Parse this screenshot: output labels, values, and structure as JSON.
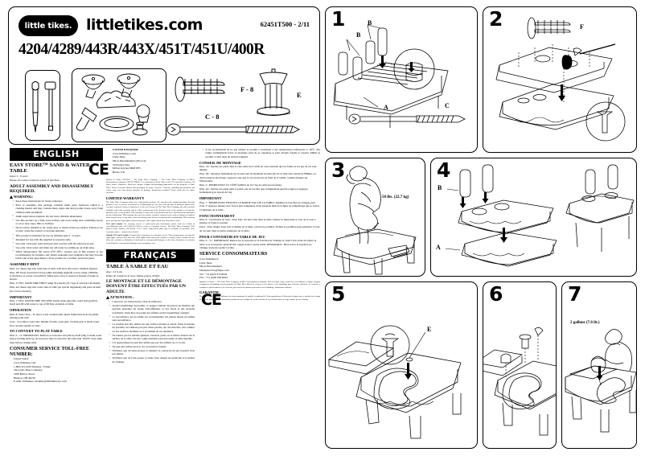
{
  "header": {
    "logo_text": "little tikes.",
    "website": "littletikes.com",
    "doc_number": "62451T500 - 2/11",
    "models": "4204/4289/443R/443X/451T/451U/400R",
    "part_f_label": "F - 8",
    "part_c_label": "C - 8",
    "part_e_label": "E"
  },
  "english": {
    "lang": "ENGLISH",
    "title": "EASY STORE™ SAND & WATER TABLE",
    "age": "Ages: 2 - 6 years",
    "receipt": "Please save sales receipt for proof of purchase.",
    "assembly_heading": "ADULT ASSEMBLY AND DISASSEMBLY REQUIRED.",
    "warning_label": "WARNING:",
    "warnings": [
      "Keep these instructions for future reference.",
      "Prior to assembly, this package contains small parts: hardware which is a choking hazard and may contain sharp edges and sharp points. Keep away from children until assembled.",
      "Adult supervision required. Do not leave children unattended.",
      "Use this product on a firm, level surface and avoid using near swimming pools, or on or near steps, hills or inclines.",
      "Do not allow children to sit, stand, play or climb on the top surface. Failure to do so may cause the product to become unstable.",
      "This product is intended for use by children ages 2 - 6 years.",
      "Intended for use with the supplied accessories only.",
      "Use only clean play sand and keep unit covered with lid when not in use.",
      "Use only clean water and drain out old water by pulling up on drain plug.",
      "When temperatures fall below 0°F/-18°C, outdoor use of this product is not recommended. In extreme cold, plastic materials lose resilience and may become brittle and crack upon impact. Store product in a warmer, protected place."
    ],
    "assembly_hint_heading": "ASSEMBLY HINT",
    "assembly_hints": [
      "Illus. 1A: Insert legs into sand side of table with slots and screw channels aligned.",
      "Illus. 1B: Press down hard on leg while installing eight (8) screws using a Phillips screwdriver or power screwdriver. Make sure screw is seated at bottom of ledge as shown.",
      "Illus. 3: FILL SAND SIDE FIRST using 50 pounds (22.7 kg) of sand (not included).",
      "Illus. 4A: Insert legs into water side of table (no special alignment) and press in hard (no screws needed.)"
    ],
    "important_heading": "IMPORTANT",
    "important_text": "Illus. 7: FILL WATER SIDE SECOND. Install drain plug into water side (push in hard) and fill with water to top of fill line on inside of table.",
    "operation_heading": "OPERATION",
    "operation": [
      "Illus. 8: Water flow - To move water around table, insert funnel into hole in paddle wheel(s) and turn.",
      "Gate - To redirect water into middle of table, open gate. Closing gate is made water flow around outside of table."
    ],
    "convert_heading": "TO CONVERT TO PLAY TABLE",
    "convert_text": "Illus. 9 - 11: IMPORTANT: Remove accessories and pull up drain plug to drain water before folding table up. Accessories may be stored in the sand side. NOTE: Seal drain plug before closing table.",
    "service_heading": "CONSUMER SERVICE TOLL-FREE NUMBER:",
    "service": [
      "United States:",
      "www.littletikes.com",
      "1-800-321-0183  Monday - Friday",
      "The Little Tikes Company",
      "2180 Barlow Road",
      "Hudson, OH  44236",
      "E-mail: littletikes.consumer@littletikescare.com"
    ]
  },
  "uk": {
    "heading": "UNITED KINGDOM:",
    "lines": [
      "www.littletikes.co.uk",
      "Little Tikes",
      "MGA Entertainment (UK) Ltd",
      "50 Presley Way",
      "Milton Keynes MK8 0ES",
      "Bucks, UK"
    ],
    "ce_mark": "CE",
    "print_note": "Printed in China. EN-0203 © The Little Tikes Company. © The Little Tikes Company, an MGA Entertainment company. LITTLE TIKES® is a trademark of Little Tikes in the U.S. and other countries. All logos, names, characters, likenesses, images, slogans and packaging appearance are the property of Little Tikes. Please keep this address and packaging for future reference. Contents, including specifications and colors, may vary from photos depicted on package. Instructions included. Please retain this for future reference.",
    "warranty_heading": "LIMITED WARRANTY",
    "warranty_text": "The Little Tikes Company makes nice, high quality products. We warrant to the original purchaser that this product is free of defects in material or workmanship for one year from the date of purchase (dated sales receipt is required for proof of purchase). At the sole election of The Little Tikes Company, the only remedies available under this warranty will be either replacement of the defective part of the product or refund the purchase price of the product. This warranty is valid only if the product has been assembled and maintained per the instructions. This warranty does not cover abuse, accident, cosmetic issues such as fading or scratches from normal wear, or any other cause not arising from defects in material and workmanship. This warranty gives you specific legal rights, and you may have other rights which vary from state to state.",
    "usa_heading": "USA and Canada:",
    "usa_text": "For warranty service or replacement part information, please visit our website at www.littletikes.com, call 1-800-321-0183 or write to: Consumer Service, The Little Tikes Company, 2180 Barlow Road, Hudson, OH 44236, U.S.A. Some replacement parts may be available for purchase after warranty expires - contact us for details.",
    "outside_heading": "Outside USA and Canada:",
    "outside_text": "Contact place of purchase for warranty service. This warranty gives you specific legal rights, and you may also have other rights which vary from country to country. Some countries do not allow the exclusion or limitation of incidental or consequential damages, so the above limitation or exclusion of incidental or consequential damages may not apply to you."
  },
  "french": {
    "lang": "FRANÇAIS",
    "title": "TABLE À SABLE ET EAU",
    "age": "Âge : 2 à 6 ans",
    "receipt": "Prière de conserver le reçu comme preuve d'achat",
    "assembly_heading": "LE MONTAGE ET LE DÉMONTAGE DOIVENT ÊTRE EFFECTUÉS PAR UN ADULTE",
    "warning_label": "ATTENTION :",
    "warnings": [
      "Conserver ces instructions à titre de référence.",
      "Avant l'assemblage du produit, ce paquet contient des pièces de matériel qui peuvent présenter un risque d'étouffement, et des bords et des arrondis tranchants. Tenir hors de portée des enfants avant l'assemblage complet.",
      "La surveillance par un adulte est recommandée. Ne jamais laisser un enfant sans surveillance.",
      "Ce produit doit être utilisé sur une surface nivelée et solide. Dans la mesure du possible, ne l'utilisez pas près d'une piscine, sur des marches, des collines ou des surfaces inclinées ou à proximité de ces dernières.",
      "Ne laissez pas les enfants grimper, s'asseoir, jouer ou se mettre debout sur la surface de la table. De tels comportements peuvent rendre la table instable.",
      "Cet appareillage ne peut être utilisé que par des enfants de 2 à 6 ans.",
      "Ne peut être utilisé qu'avec les accessoires fournis.",
      "N'utilisez que du sable propre et remettre le couvercle du jeu lorsqu'il n'est pas utilisé.",
      "N'utilisez que de l'eau propre et videz l'eau usagée en soulevant le bouchon de vidange.",
      "Il est recommandé de ne pas utiliser le produit à l'extérieur à des températures inférieures à -18°C. Par temps extrêmement froid, le plastique perd de sa souplesse et peut devenir fragile et cassant. Même le produit à l'abri dans un endroit tempéré."
    ],
    "assembly_hint_heading": "CONSEIL DE MONTAGE",
    "assembly_hints": [
      "Illus. 1A : Insérez les pieds dans le côté sable de la table en vous assurant que les fentes et les pas de vis sont alignés.",
      "Illus. 1B : Appuyez fermement sur le pied tout en installant les huit (8) vis à l'aide d'un tournevis Phillips ou d'un tournevis électrique. Assurez-vous que la vis est placée au fond de la saillie, comme indiqué sur l'illustration.",
      "Illus. 3 : REMPLISSEZ LE CÔTÉ SABLE de 22,7 kg de sable (non fourni).",
      "Illus. 4A : Insérez les pieds dans la partie eau de la table (pas d'alignement spécial requis) et appuyez fermement (pas besoin de vis)."
    ],
    "important_heading": "IMPORTANT",
    "important_text": "Illus. 7 : REMPLISSEZ ENSUITE LA PARTIE EAU DE LA TABLE. Installez le bouchon de vidange (soit l'eau. Y appuyez donner avec force) puis remplissez d'eau jusqu'en haut de la ligne de remplissage qui se trouve à l'intérieur de la table.",
    "operation_heading": "FONCTIONNEMENT",
    "operation": [
      "Illus. 8 : Circulation de l'eau - Pour faire circuler l'eau dans la table, insérez le doigt dans le trou de la roue à palettes et faites la tourner.",
      "Porte - Pour diriger l'eau vers le milieu de la table, ouvrez le portillon. Fermer le portillon peut permettre à l'eau de circuler dans la partie extérieure de la table."
    ],
    "convert_heading": "POUR CONVERTIR EN TABLE DE JEU",
    "convert_text": "Illus. 9 - 11 : IMPORTANT Retirez les accessoires et le bouchon de vidange et videz l'eau avant de replier la table. Les accessoires peuvent être rangés dans la partie sable. REMARQUE : Bien serrer le bouchon de vidange avant de replier la table.",
    "service_heading": "SERVICE CONSOMMATEURS",
    "service": [
      "www.littletikes.fr",
      "Little Tikes",
      "MGA Entertainment",
      "klantenservice@mgae.com",
      "Tél : +31 (0)20 354 8024",
      "Fax : +31 (0)20 659 8034"
    ],
    "print_note": "Imprimé en Chine. © The Little Tikes Company, an MGA Entertainment company. Tous les logos, noms, caractères, ressemblances, images, slogans et apparence d'emballage sont la propriété de Little Tikes. Merci de conserver cette adresse et cet emballage pour référence ultérieure. Le contenu, y compris les spécifications et les couleurs, peut varier des photos représentées sur l'emballage. Instructions incluses.",
    "warranty_heading": "GARANTIE",
    "warranty_text": "The Little Tikes Company fabrique des jouets amusants de qualité exceptionnelle. Nous garantissons à l'acheteur d'origine que ce produit est exempt de vices de matériau ou de fabrication pendant un an à compter de sa date d'achat (le reçu d'achat daté est exigé comme preuve d'achat)."
  },
  "diagrams": [
    {
      "number": "1",
      "labels": [
        "A",
        "B",
        "C"
      ]
    },
    {
      "number": "2",
      "labels": [
        "F"
      ]
    },
    {
      "number": "3",
      "labels": [],
      "qty": "50 lbs. (22.7 kg)"
    },
    {
      "number": "4",
      "labels": [
        "A",
        "B"
      ]
    },
    {
      "number": "5",
      "labels": [
        "E"
      ]
    },
    {
      "number": "6",
      "labels": []
    },
    {
      "number": "7",
      "labels": [],
      "qty": "2 gallons (7.6 lit.)"
    }
  ],
  "colors": {
    "ink": "#000000",
    "paper": "#ffffff"
  }
}
